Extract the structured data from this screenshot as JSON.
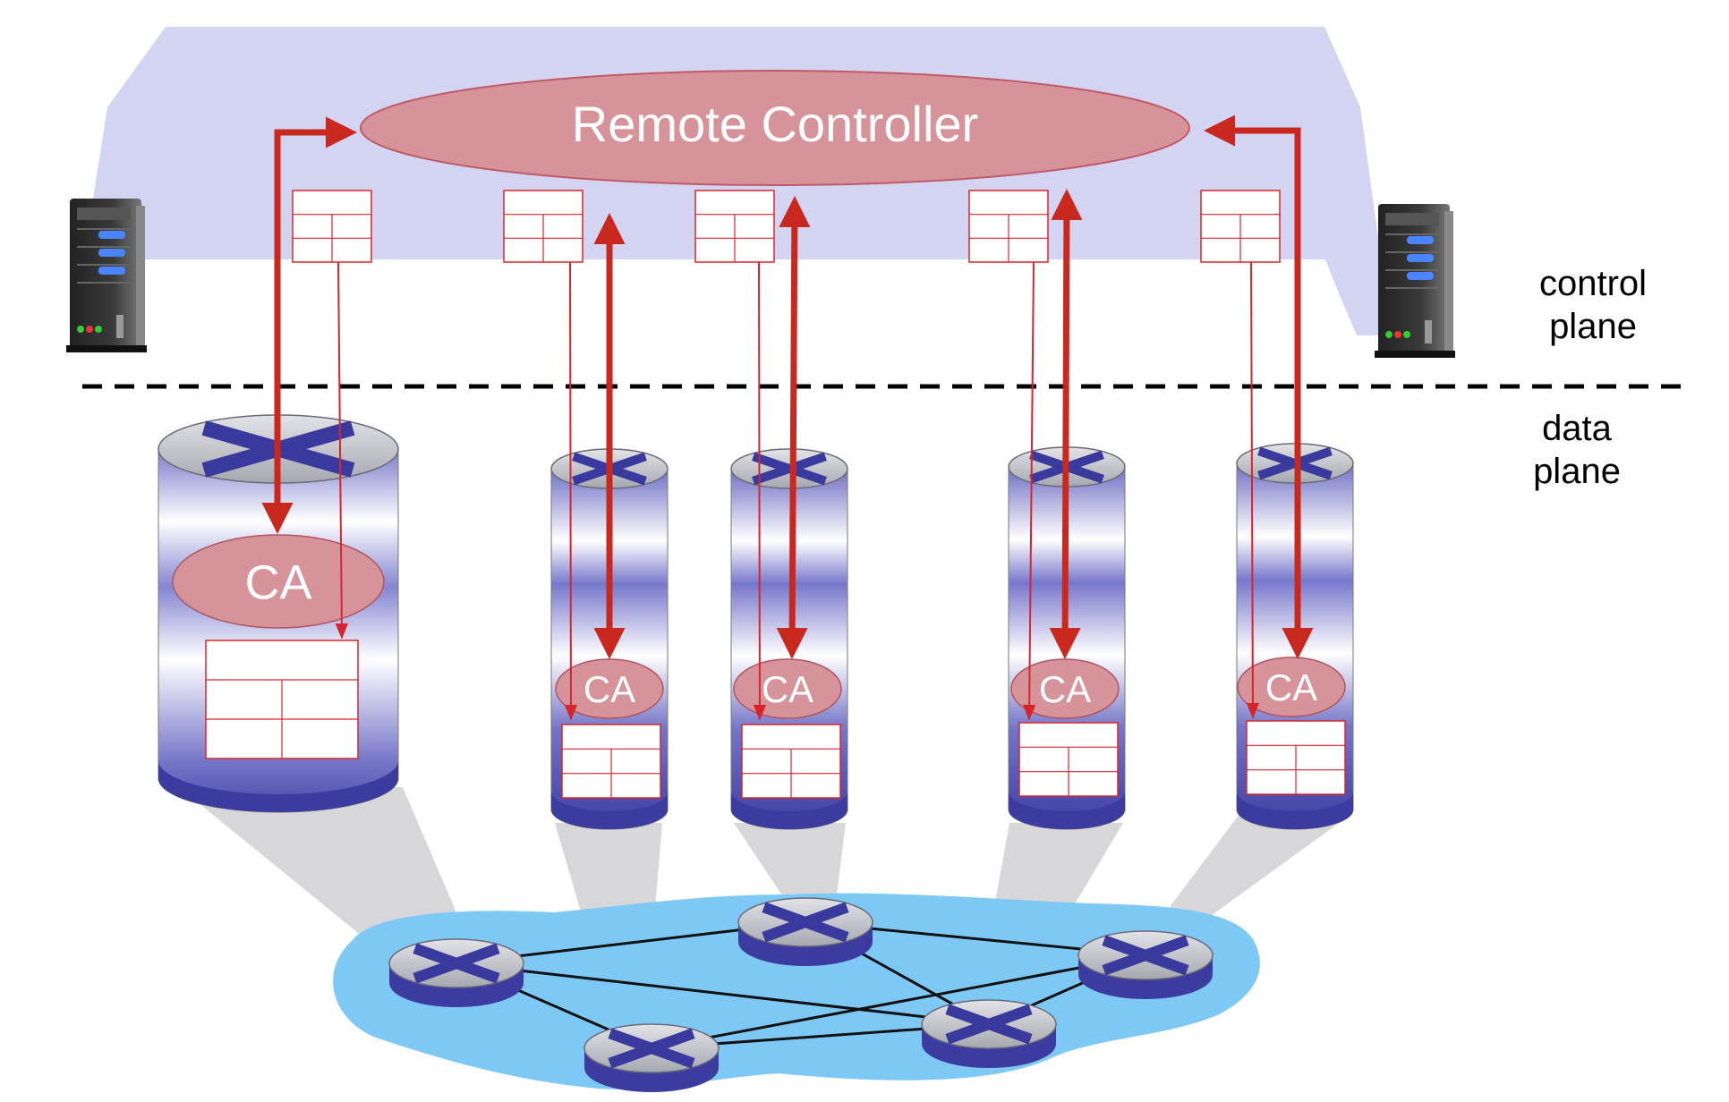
{
  "controller": {
    "label": "Remote Controller"
  },
  "planes": {
    "control_line1": "control",
    "control_line2": "plane",
    "data_line1": "data",
    "data_line2": "plane"
  },
  "agents": {
    "label": "CA"
  },
  "colors": {
    "control_band": "#d3d3f2",
    "controller_fill": "#d6949a",
    "arrow_red": "#c8281e",
    "table_red": "#d6262b",
    "router_top": "#c4c6cc",
    "router_x": "#3a3a9e",
    "network_blue": "#7ec8f6"
  },
  "icons": {
    "server": "server-icon",
    "router": "router-x-icon"
  }
}
